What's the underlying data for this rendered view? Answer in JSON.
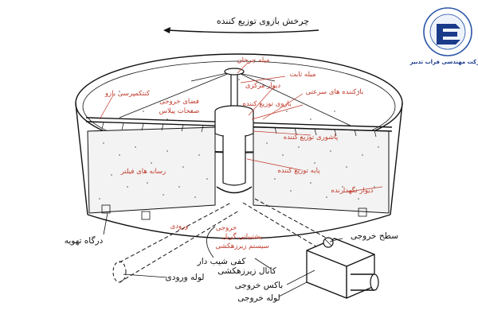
{
  "title": "چرخش بازوی توزیع کننده",
  "logo": {
    "company_name": "شرکت مهندسی فراب تدبیر",
    "seal_text": "شرکت مهندسی فراب تدبیر"
  },
  "labels_red": {
    "rotating_rod": "میله چرخان",
    "fixed_rod": "میله ثابت",
    "central_wall": "دیوار مرکزی",
    "distributor_arms": "بازکننده های سرعتی",
    "compressing_arm": "کنتکمپرسی بازو",
    "distributor_arm": "بازوی توزیع کننده",
    "outlet_space": "فضای خروجی",
    "perforated_plates": "صفحات پیلاس",
    "distribution_pipe": "پاشوری توزیع کننده",
    "distribution_base": "پایه توزیع کننده",
    "filter_media": "رسانه های فیلتر",
    "retaining_wall": "دیوار نگهدارنده",
    "inlet": "ورودی",
    "outlet": "خروجی",
    "drainage_grid": "پشتیبانی گریل",
    "drainage_system": "سیستم زیرزهکشی"
  },
  "labels_black": {
    "ventilation_port": "درگاه تهویه",
    "outlet_surface": "سطح خروجی",
    "sloped_floor": "کفی شیب دار",
    "drainage_channel": "کانال زیرزهکشی",
    "outlet_box": "باکس خروجی",
    "outlet_pipe": "لوله خروجی",
    "inlet_pipe": "لوله ورودی"
  }
}
